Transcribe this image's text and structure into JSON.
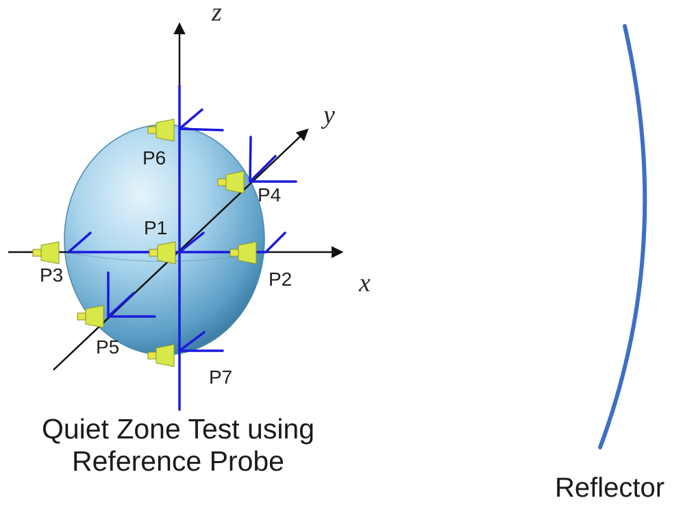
{
  "axes": {
    "x_label": "x",
    "y_label": "y",
    "z_label": "z"
  },
  "probes": {
    "p1": "P1",
    "p2": "P2",
    "p3": "P3",
    "p4": "P4",
    "p5": "P5",
    "p6": "P6",
    "p7": "P7"
  },
  "caption": {
    "line1": "Quiet Zone Test using",
    "line2": "Reference Probe"
  },
  "reflector": {
    "label": "Reflector"
  },
  "colors": {
    "sphere_light": "#d9eef9",
    "sphere_mid": "#92c8e6",
    "sphere_dark": "#4d93bd",
    "probe_vectors": "#1a1adb",
    "probe_body": "#d8e84a",
    "axes": "#111111",
    "reflector": "#3f6fc4"
  }
}
